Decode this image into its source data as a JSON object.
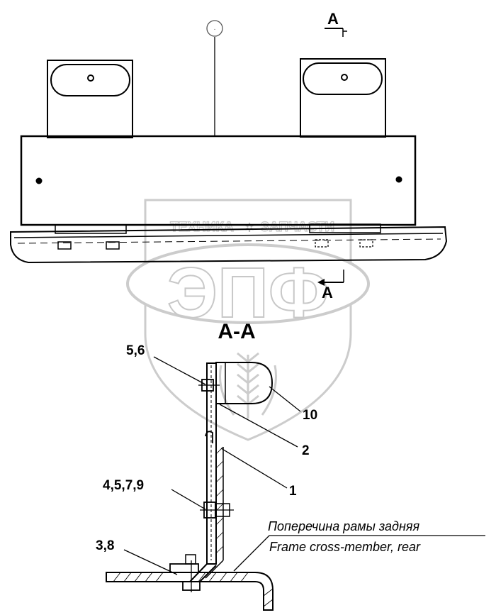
{
  "section_mark_top": "A",
  "section_mark_side": "A",
  "section_title": "A-A",
  "callouts": {
    "c56": "5,6",
    "c10": "10",
    "c2": "2",
    "c1": "1",
    "c4579": "4,5,7,9",
    "c38": "3,8"
  },
  "caption_ru": "Поперечина рамы задняя",
  "caption_en": "Frame cross-member, rear",
  "watermark": {
    "top_left": "ТЕХНИКА",
    "top_right": "ЗАПЧАСТИ",
    "logo": "ЭПФ"
  },
  "colors": {
    "line": "#000000",
    "watermark": "#c8c8c8",
    "background": "#ffffff"
  }
}
